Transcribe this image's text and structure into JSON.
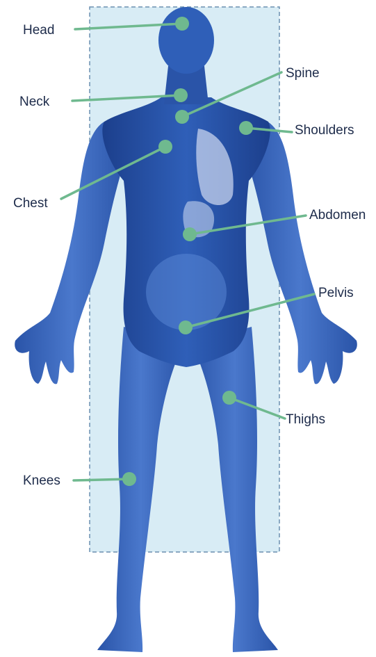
{
  "colors": {
    "scan_region_fill": "#d8ecf5",
    "scan_region_border": "#6a8fb0",
    "body_dark": "#1c3f8c",
    "body_mid": "#2f5fb8",
    "body_light": "#5c8ad8",
    "organ_highlight": "#c7d3ee",
    "marker": "#6fb98f",
    "label_text": "#1d2b4a"
  },
  "body_parts": [
    {
      "id": "head",
      "label": "Head"
    },
    {
      "id": "neck",
      "label": "Neck"
    },
    {
      "id": "spine",
      "label": "Spine"
    },
    {
      "id": "shoulders",
      "label": "Shoulders"
    },
    {
      "id": "chest",
      "label": "Chest"
    },
    {
      "id": "abdomen",
      "label": "Abdomen"
    },
    {
      "id": "pelvis",
      "label": "Pelvis"
    },
    {
      "id": "thighs",
      "label": "Thighs"
    },
    {
      "id": "knees",
      "label": "Knees"
    }
  ]
}
